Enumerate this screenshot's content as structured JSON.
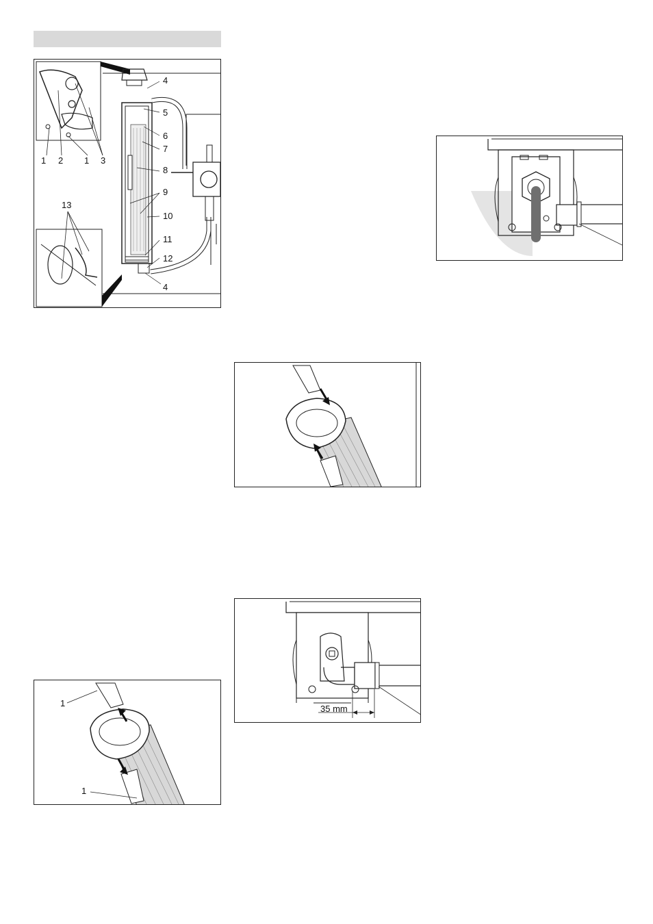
{
  "section_header": "",
  "fig_exploded": {
    "callouts": [
      "4",
      "5",
      "6",
      "7",
      "8",
      "9",
      "10",
      "11",
      "12",
      "4"
    ],
    "inset_top_labels": [
      "1",
      "2",
      "1",
      "3"
    ],
    "inset_bottom_label": "13"
  },
  "fig_cap_removal": {
    "labels": [
      "1",
      "1"
    ]
  },
  "fig_pump_bottom": {
    "measurement": "35 mm"
  },
  "colors": {
    "line": "#222222",
    "panel": "#d9d9d9",
    "shade": "#e4e4e4",
    "hose": "#6f6f6f"
  }
}
